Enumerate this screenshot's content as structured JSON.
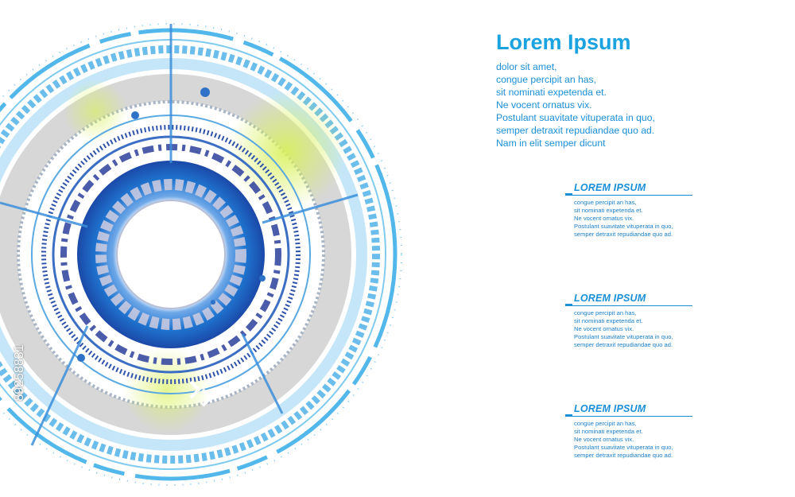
{
  "header": {
    "title": "Lorem Ipsum",
    "lines": [
      "dolor sit amet,",
      "congue percipit an has,",
      "sit nominati expetenda et.",
      "Ne vocent ornatus vix.",
      "Postulant suavitate vituperata in quo,",
      "semper detraxit repudiandae quo ad.",
      "Nam in elit semper dicunt"
    ]
  },
  "blocks": [
    {
      "heading": "LOREM IPSUM",
      "lines": [
        "congue percipit an has,",
        "sit nominati expetenda et.",
        "Ne vocent ornatus vix.",
        "Postulant suavitate vituperata in quo,",
        "semper detraxit repudiandae quo ad."
      ]
    },
    {
      "heading": "LOREM IPSUM",
      "lines": [
        "congue percipit an has,",
        "sit nominati expetenda et.",
        "Ne vocent ornatus vix.",
        "Postulant suavitate vituperata in quo,",
        "semper detraxit repudiandae quo ad."
      ]
    },
    {
      "heading": "LOREM IPSUM",
      "lines": [
        "congue percipit an has,",
        "sit nominati expetenda et.",
        "Ne vocent ornatus vix.",
        "Postulant suavitate vituperata in quo,",
        "semper detraxit repudiandae quo ad."
      ]
    }
  ],
  "watermark": "89258831",
  "colors": {
    "accent": "#1aa3e0",
    "text": "#1b8fd6",
    "ring_light": "#4fb8ea",
    "ring_dark": "#2b3f9c",
    "glow": "#c8e84a"
  }
}
